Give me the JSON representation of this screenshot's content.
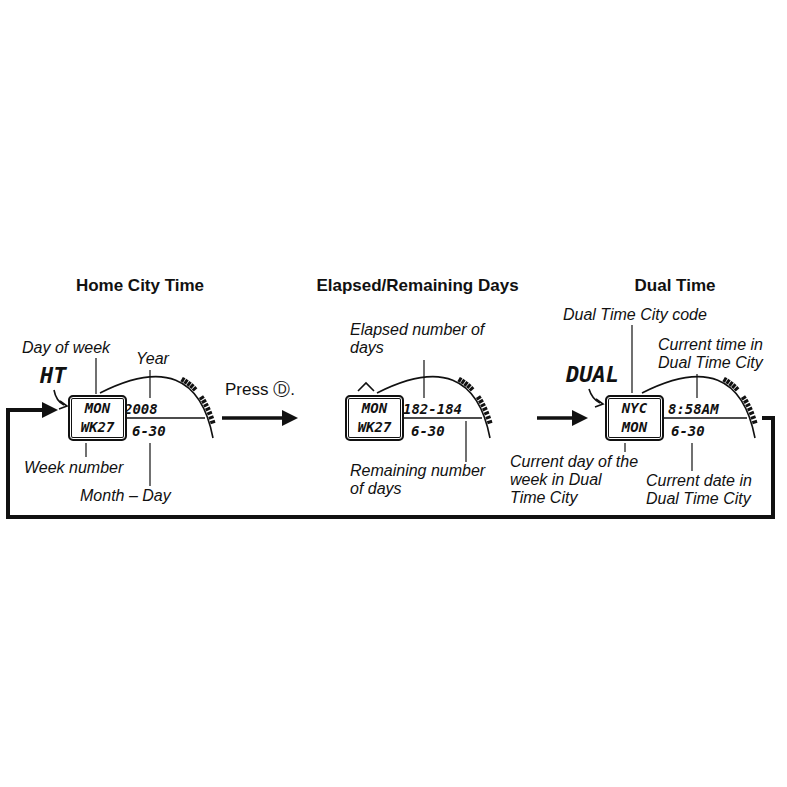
{
  "diagram": {
    "nodes": [
      {
        "text": [
          "Home City Time",
          "2008",
          "6-30"
        ]
      },
      {
        "text": [
          "MON",
          "WK27"
        ],
        "in": 0
      },
      {
        "text": [
          "Elapsed/Remaining Days",
          "182-184",
          "6-30"
        ]
      },
      {
        "text": [
          "MON",
          "WK27"
        ],
        "in": 2
      },
      {
        "text": [
          "Dual Time",
          "8:58AM",
          "6-30"
        ]
      },
      {
        "text": [
          "NYC",
          "MON"
        ],
        "in": 4
      }
    ],
    "edges": [
      {
        "from": 0,
        "to": 2,
        "label": "Press Ⓓ.",
        "arrow": "to"
      },
      {
        "from": 2,
        "to": 4,
        "arrow": "to"
      },
      {
        "from": 4,
        "to": 0,
        "arrow": "to"
      }
    ],
    "labels": [
      "HT",
      "Day of week",
      "Year",
      "Week number",
      "Month – Day",
      "Elapsed number of days",
      "Remaining number of days",
      "DUAL",
      "Dual Time City code",
      "Current time in Dual Time City",
      "Current day of the week in Dual Time City",
      "Current date in Dual Time City"
    ]
  }
}
